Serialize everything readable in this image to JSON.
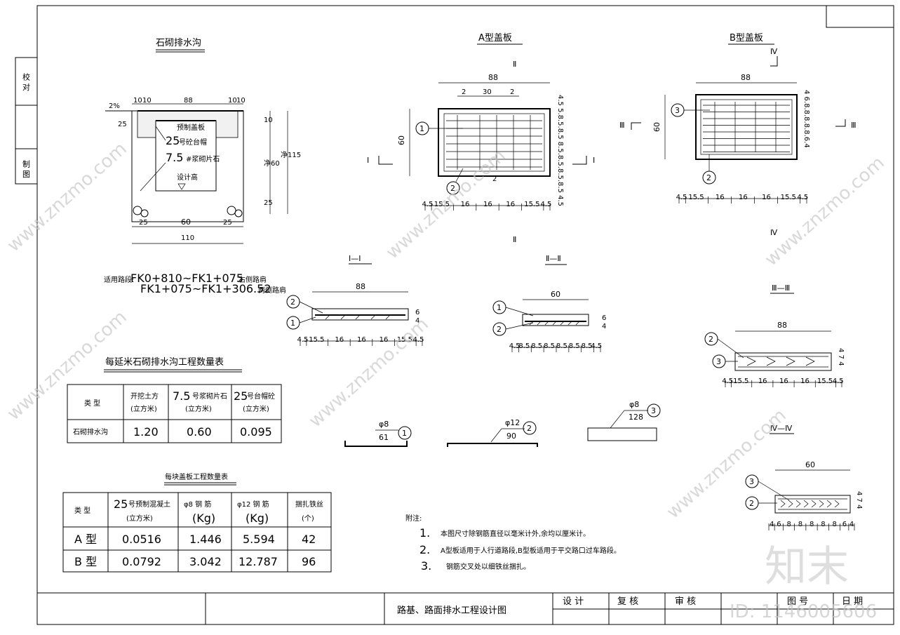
{
  "side": {
    "check": "校 对",
    "draw": "制 图"
  },
  "ditch": {
    "title": "石砌排水沟",
    "slope": "2%",
    "dims_top": [
      "10",
      "10",
      "88",
      "10",
      "10"
    ],
    "dim_25_left": "25",
    "dim_10": "10",
    "dim_60v": "净60",
    "dim_115": "净115",
    "dim_25v": "25",
    "dim_bottom": [
      "25",
      "60",
      "25"
    ],
    "dim_total": "110",
    "lbl_cover": "预制盖板",
    "lbl_conc_num": "25",
    "lbl_conc": "号砼台帽",
    "lbl_stone_num": "7.5",
    "lbl_stone": "#浆砌片石",
    "lbl_design": "设计高",
    "apply_label": "适用路段:",
    "apply1": "FK0+810~FK1+075",
    "apply1_note": "右侧路肩",
    "apply2": "FK1+075~FK1+306.52",
    "apply2_note": "两侧路肩"
  },
  "plateA": {
    "title": "A型盖板",
    "w": "88",
    "d2a": "2",
    "d30": "30",
    "d2b": "2",
    "h": "60",
    "right": [
      "4.5",
      "5",
      "8",
      "8",
      "8",
      "8",
      "8",
      "8",
      "5",
      "4.5"
    ],
    "right_text": "4.5 5.8.5.8.5 8.5.8.5.8.5.8.5 4.5",
    "bottom": [
      "4.5",
      "15.5",
      "16",
      "16",
      "16",
      "15.5",
      "4.5"
    ],
    "sec1": "Ⅰ",
    "sec2": "Ⅱ",
    "mid2": "2"
  },
  "plateB": {
    "title": "B型盖板",
    "w": "88",
    "h": "60",
    "right_text": "4 6.8.8.8.8.8.6.4",
    "bottom": [
      "4.5",
      "15.5",
      "16",
      "16",
      "16",
      "15.5",
      "4.5"
    ],
    "sec3": "Ⅲ",
    "sec4": "Ⅳ"
  },
  "sections": {
    "s1": {
      "title": "Ⅰ—Ⅰ",
      "w": "88",
      "v1": "6",
      "v2": "4",
      "bottom": [
        "4.5",
        "15.5",
        "16",
        "16",
        "16",
        "15.5",
        "4.5"
      ]
    },
    "s2": {
      "title": "Ⅱ—Ⅱ",
      "w": "60",
      "v1": "6",
      "v2": "4",
      "bottom": [
        "4.5",
        "8.5",
        "8.5",
        "8.5",
        "8.5",
        "8.5",
        "8.5",
        "4.5"
      ]
    },
    "s3": {
      "title": "Ⅲ—Ⅲ",
      "w": "88",
      "v": "4 7 4",
      "bottom": [
        "4.5",
        "15.5",
        "16",
        "16",
        "16",
        "15.5",
        "4.5"
      ]
    },
    "s4": {
      "title": "Ⅳ—Ⅳ",
      "w": "60",
      "v": "4 7 4",
      "bottom": [
        "4",
        "6",
        "8",
        "8",
        "8",
        "8",
        "8",
        "6",
        "4"
      ]
    }
  },
  "bars": {
    "b1": {
      "dia": "φ8",
      "len": "61",
      "no": "1"
    },
    "b2": {
      "dia": "φ12",
      "len": "90",
      "no": "2"
    },
    "b3": {
      "dia": "φ8",
      "len": "128",
      "no": "3"
    }
  },
  "table1": {
    "title": "每延米石砌排水沟工程数量表",
    "h0": "类 型",
    "h1a": "开挖土方",
    "h1b": "(立方米)",
    "h2a": "7.5",
    "h2a2": "号浆砌片石",
    "h2b": "(立方米)",
    "h3a": "25",
    "h3a2": "号台帽砼",
    "h3b": "(立方米)",
    "r0": "石砌排水沟",
    "r1": "1.20",
    "r2": "0.60",
    "r3": "0.095"
  },
  "table2": {
    "title": "每块盖板工程数量表",
    "h0": "类 型",
    "h1a": "25",
    "h1a2": "号预制混凝土",
    "h1b": "(立方米)",
    "h2a": "φ8 钢 筋",
    "h2b": "(Kg)",
    "h3a": "φ12 钢 筋",
    "h3b": "(Kg)",
    "h4a": "捆扎铁丝",
    "h4b": "(个)",
    "rows": [
      {
        "type": "A 型",
        "c1": "0.0516",
        "c2": "1.446",
        "c3": "5.594",
        "c4": "42"
      },
      {
        "type": "B 型",
        "c1": "0.0792",
        "c2": "3.042",
        "c3": "12.787",
        "c4": "96"
      }
    ]
  },
  "notes": {
    "title": "附注:",
    "n1no": "1.",
    "n1": "本图尺寸除钢筋直径以毫米计外,余均以厘米计。",
    "n2no": "2.",
    "n2": "A型板适用于人行道路段,B型板适用于平交路口过车路段。",
    "n3no": "3.",
    "n3": "钢筋交叉处以细铁丝捆扎。"
  },
  "titleblock": {
    "drawing": "路基、路面排水工程设计图",
    "design": "设 计",
    "review": "复 核",
    "audit": "审 核",
    "fig": "图 号",
    "date": "日 期"
  },
  "watermark": {
    "site": "www.znzmo.com",
    "brand": "知末",
    "id": "ID: 1146005606"
  }
}
